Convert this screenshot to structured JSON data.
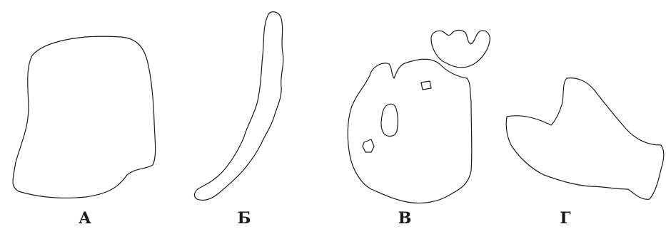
{
  "figure": {
    "shapes": [
      {
        "id": "A",
        "label": "А"
      },
      {
        "id": "B",
        "label": "Б"
      },
      {
        "id": "V",
        "label": "В"
      },
      {
        "id": "G",
        "label": "Г"
      }
    ]
  }
}
